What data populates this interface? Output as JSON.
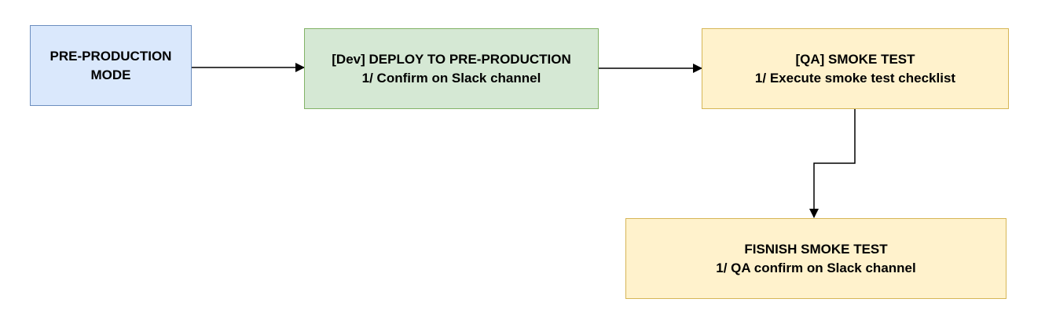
{
  "nodes": {
    "pre_production_mode": {
      "lines": [
        "PRE-PRODUCTION",
        "MODE"
      ],
      "fill": "#dae8fc",
      "stroke": "#6c8ebf"
    },
    "deploy": {
      "lines": [
        "[Dev] DEPLOY TO PRE-PRODUCTION",
        "1/ Confirm on Slack channel"
      ],
      "fill": "#d5e8d4",
      "stroke": "#82b366"
    },
    "smoke_test": {
      "lines": [
        "[QA] SMOKE TEST",
        "1/ Execute smoke test checklist"
      ],
      "fill": "#fff2cc",
      "stroke": "#d6b656"
    },
    "finish_smoke_test": {
      "lines": [
        "FISNISH SMOKE TEST",
        "1/ QA confirm on Slack channel"
      ],
      "fill": "#fff2cc",
      "stroke": "#d6b656"
    }
  },
  "edges": [
    {
      "from": "pre_production_mode",
      "to": "deploy"
    },
    {
      "from": "deploy",
      "to": "smoke_test"
    },
    {
      "from": "smoke_test",
      "to": "finish_smoke_test"
    }
  ],
  "edge_color": "#000000"
}
